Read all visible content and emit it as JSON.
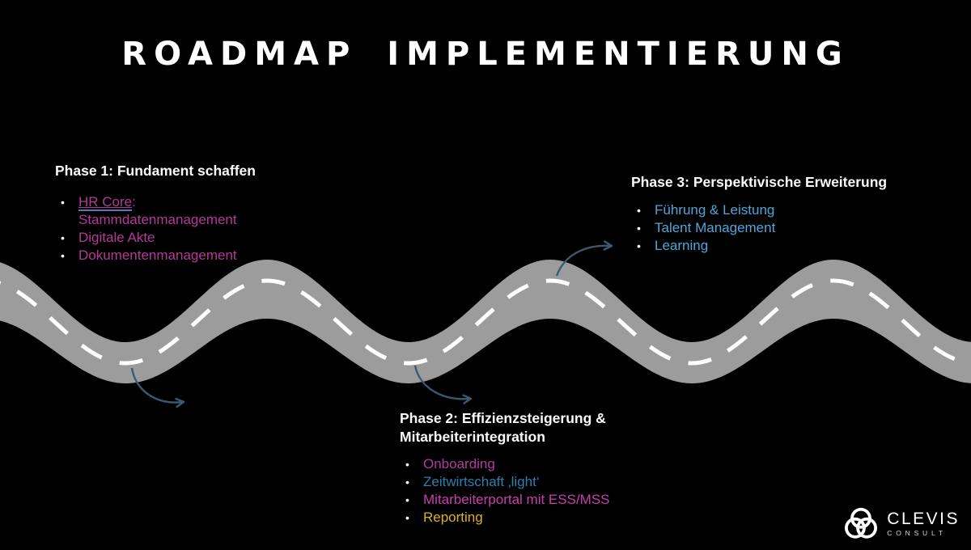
{
  "title": "ROADMAP IMPLEMENTIERUNG",
  "phase1": {
    "heading": "Phase 1: Fundament schaffen",
    "bullets": [
      {
        "text": "HR Core",
        "suffix": ":",
        "line2": "Stammdatenmanagement",
        "color": "#b43a96"
      },
      {
        "text": "Digitale Akte",
        "color": "#b43a96"
      },
      {
        "text": "Dokumentenmanagement",
        "color": "#b43a96"
      }
    ]
  },
  "phase2": {
    "heading_line1": "Phase 2: Effizienzsteigerung &",
    "heading_line2": "Mitarbeiterintegration",
    "bullets": [
      {
        "text": "Onboarding",
        "color": "#b53aa0"
      },
      {
        "text": "Zeitwirtschaft ‚light‘",
        "color": "#2b80ad"
      },
      {
        "text": "Mitarbeiterportal mit ESS/MSS",
        "color": "#c93fae"
      },
      {
        "text": "Reporting",
        "color": "#e0b01e"
      }
    ]
  },
  "phase3": {
    "heading": "Phase 3: Perspektivische Erweiterung",
    "bullets": [
      {
        "text": "Führung & Leistung",
        "color": "#4fa6d9"
      },
      {
        "text": "Talent Management",
        "color": "#4fa6d9"
      },
      {
        "text": "Learning",
        "color": "#4fa6d9"
      }
    ]
  },
  "logo": {
    "name": "CLEVIS",
    "subtitle": "CONSULT"
  },
  "colors": {
    "background": "#000000",
    "road": "#9c9c9c",
    "road_dash": "#ffffff",
    "arrow": "#3b5a70",
    "link_underline": "#5577b8",
    "logo": "#ffffff"
  }
}
